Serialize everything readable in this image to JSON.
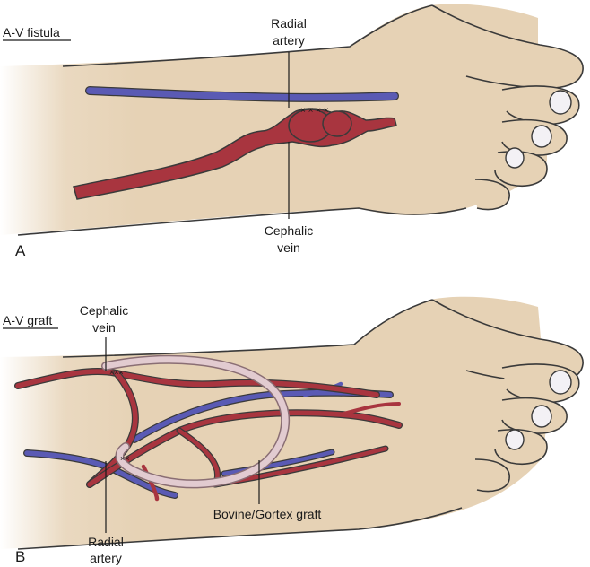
{
  "panels": [
    {
      "letter": "A",
      "title": "A-V fistula",
      "labels": {
        "radial_line1": "Radial",
        "radial_line2": "artery",
        "cephalic_line1": "Cephalic",
        "cephalic_line2": "vein"
      },
      "suture_marks": "× × × ×"
    },
    {
      "letter": "B",
      "title": "A-V graft",
      "labels": {
        "cephalic_line1": "Cephalic",
        "cephalic_line2": "vein",
        "radial_line1": "Radial",
        "radial_line2": "artery",
        "graft": "Bovine/Gortex graft"
      },
      "suture_marks_top": "×××",
      "suture_marks_bottom": "××"
    }
  ],
  "colors": {
    "skin": "#e6d2b5",
    "skin_shadow": "#d7bfa0",
    "outline": "#3a3a3a",
    "artery": "#a8353f",
    "artery_dark": "#7e2530",
    "vein": "#5a5ab4",
    "graft": "#e2cbd0",
    "graft_edge": "#8a6e74",
    "nail": "#f3f1f5"
  }
}
